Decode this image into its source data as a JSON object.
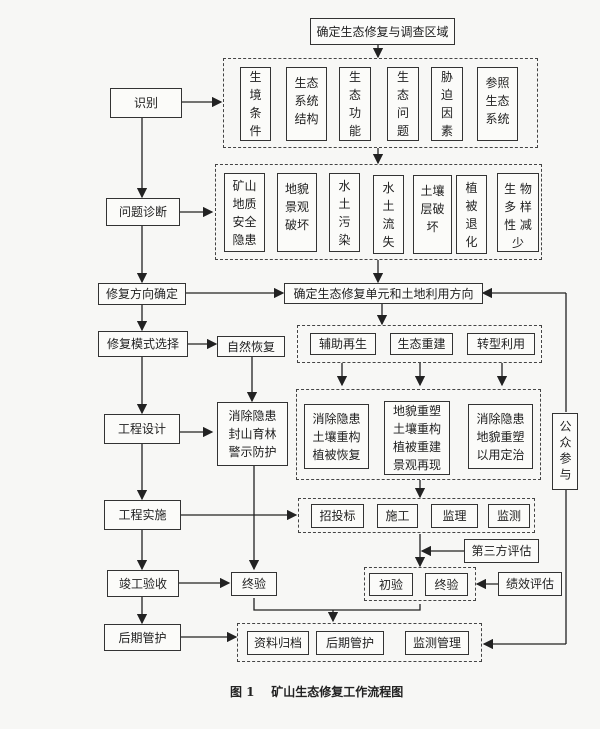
{
  "title_box": "确定生态修复与调查区域",
  "left_steps": [
    "识别",
    "问题诊断",
    "修复方向确定",
    "修复模式选择",
    "工程设计",
    "工程实施",
    "竣工验收",
    "后期管护"
  ],
  "identify_items": [
    "生\n境\n条\n件",
    "生态\n系统\n结构",
    "生\n态\n功\n能",
    "生\n态\n问\n题",
    "胁\n迫\n因\n素",
    "参照\n生态\n系统"
  ],
  "diagnosis_items": [
    "矿山\n地质\n安全\n隐患",
    "地貌\n景观\n破坏",
    "水\n土\n污\n染",
    "水\n土\n流\n失",
    "土壤\n层破\n坏",
    "植\n被\n退\n化",
    "生 物\n多 样\n性 减\n少"
  ],
  "unit_box": "确定生态修复单元和土地利用方向",
  "natural_recovery": "自然恢复",
  "modes": [
    "辅助再生",
    "生态重建",
    "转型利用"
  ],
  "natural_design": "消除隐患\n封山育林\n警示防护",
  "designs": [
    "消除隐患\n土壤重构\n植被恢复",
    "地貌重塑\n土壤重构\n植被重建\n景观再现",
    "消除隐患\n地貌重塑\n以用定治"
  ],
  "public_participation": "公众参与",
  "implementation": [
    "招投标",
    "施工",
    "监理",
    "监测"
  ],
  "third_party": "第三方评估",
  "acceptance": [
    "初验",
    "终验"
  ],
  "performance": "绩效评估",
  "natural_final": "终验",
  "aftercare": [
    "资料归档",
    "后期管护",
    "监测管理"
  ],
  "caption": "图 1    矿山生态修复工作流程图"
}
